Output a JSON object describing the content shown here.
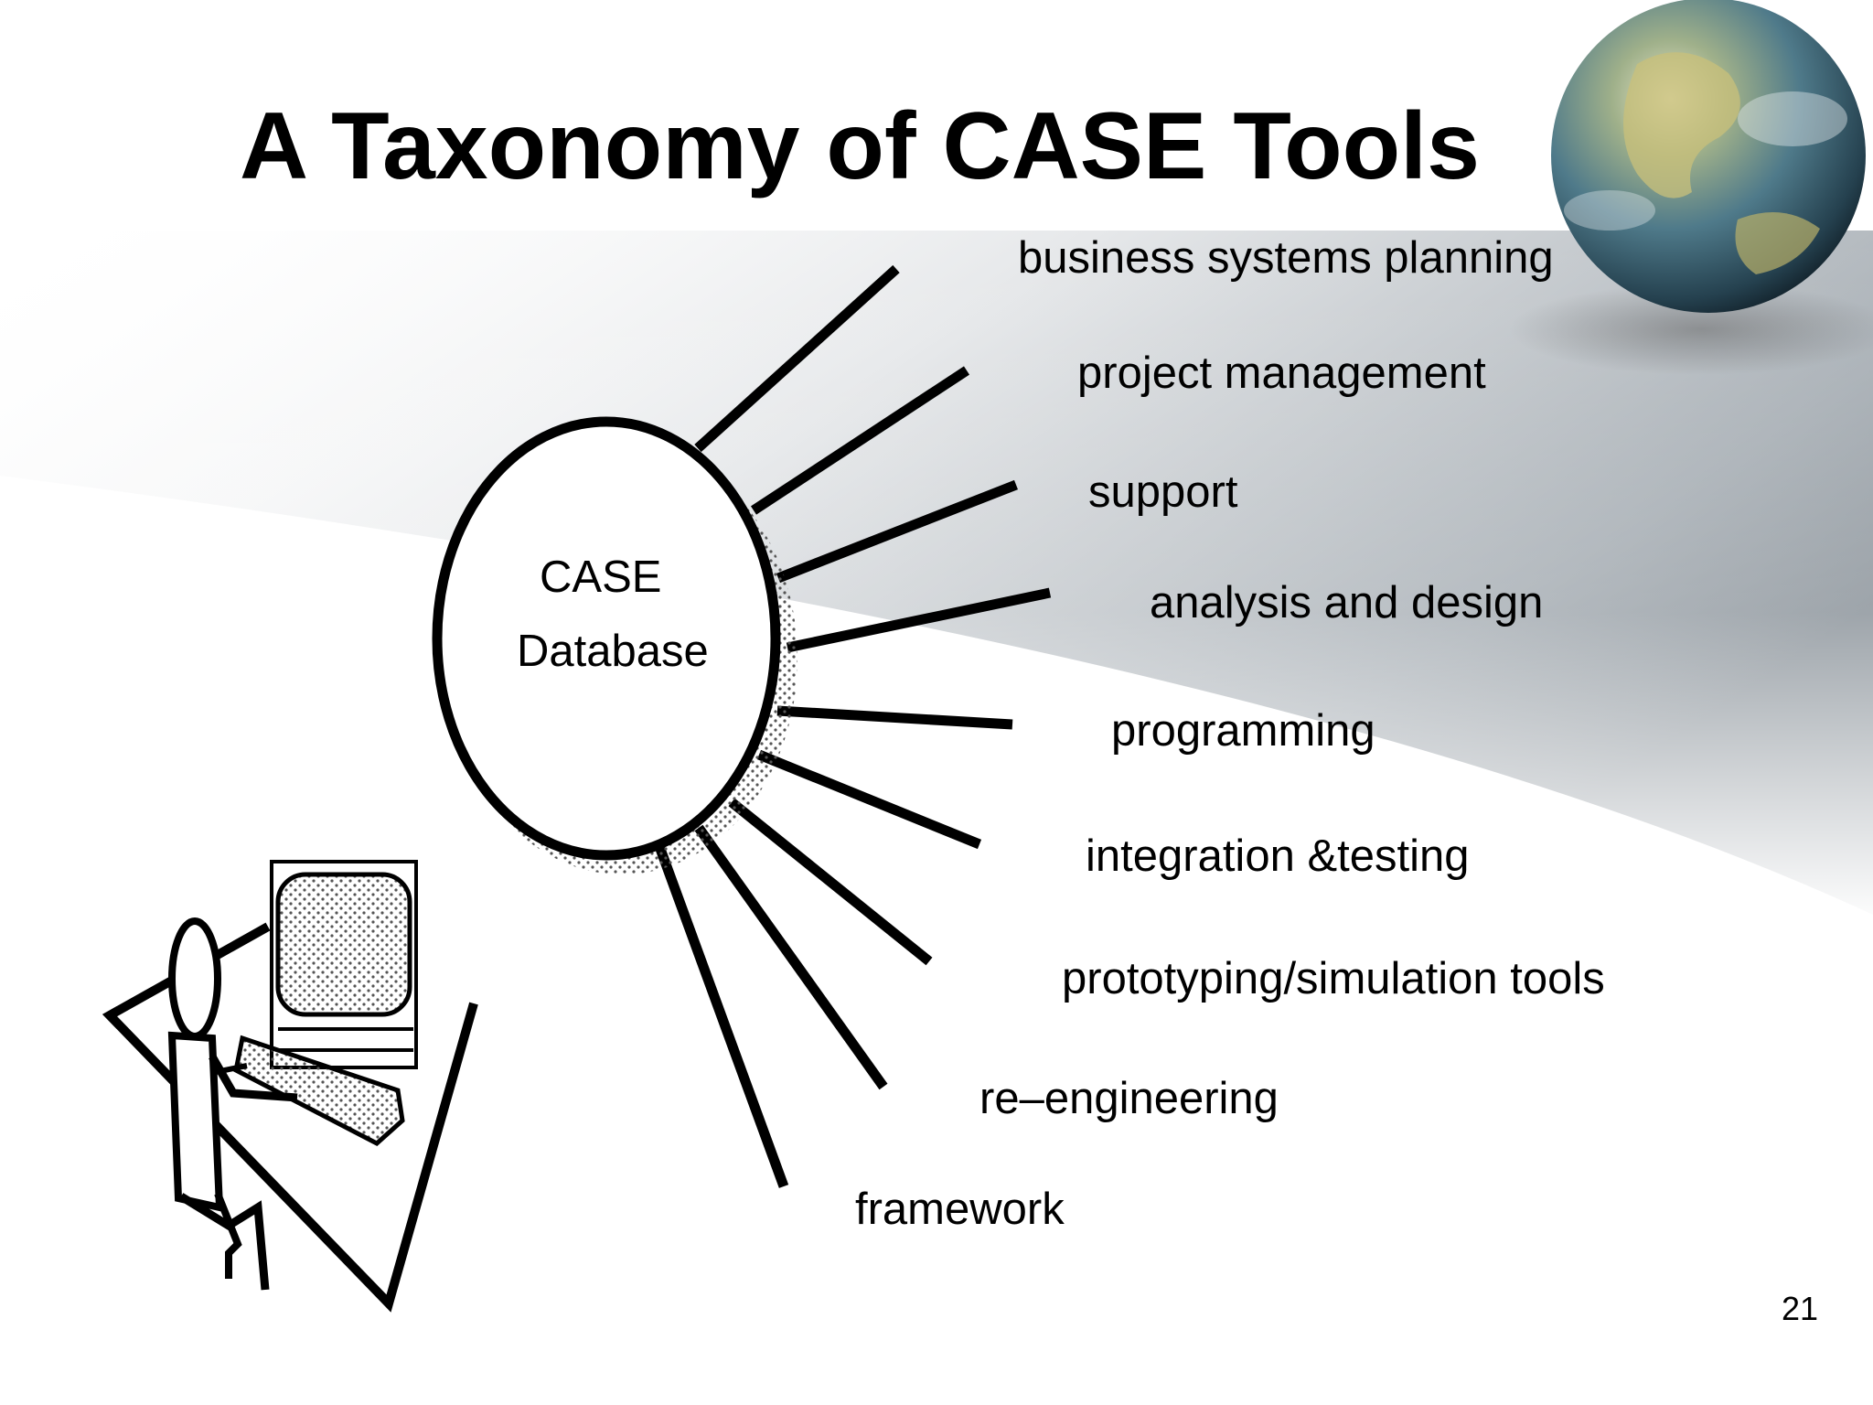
{
  "slide": {
    "title": "A Taxonomy of CASE Tools",
    "page_number": "21"
  },
  "hub": {
    "line1": "CASE",
    "line2": "Database"
  },
  "spokes": [
    "business systems planning",
    "project management",
    "support",
    "analysis and design",
    "programming",
    "integration &testing",
    "prototyping/simulation tools",
    "re–engineering",
    "framework"
  ],
  "decorations": {
    "globe": "earth-globe-image",
    "user": "person-at-computer-clipart"
  },
  "colors": {
    "text": "#000000",
    "background": "#ffffff",
    "banner_gray": "#9aa2a8"
  }
}
